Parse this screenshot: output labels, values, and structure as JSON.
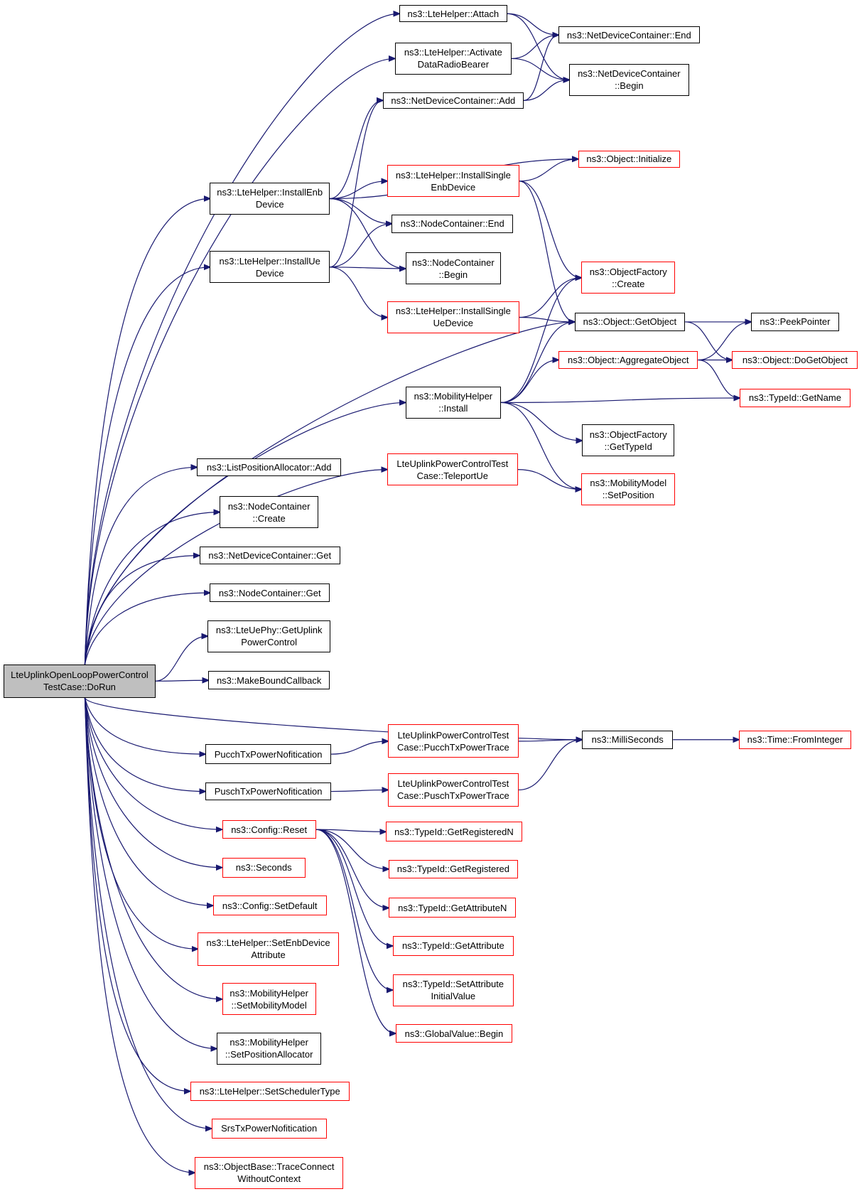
{
  "graph": {
    "nodes": [
      {
        "id": "root",
        "label": "LteUplinkOpenLoopPowerControl\nTestCase::DoRun",
        "style": "root"
      },
      {
        "id": "attach",
        "label": "ns3::LteHelper::Attach",
        "style": "black"
      },
      {
        "id": "activate",
        "label": "ns3::LteHelper::Activate\nDataRadioBearer",
        "style": "black"
      },
      {
        "id": "ndc_add",
        "label": "ns3::NetDeviceContainer::Add",
        "style": "black"
      },
      {
        "id": "ndc_end",
        "label": "ns3::NetDeviceContainer::End",
        "style": "black"
      },
      {
        "id": "ndc_begin",
        "label": "ns3::NetDeviceContainer\n::Begin",
        "style": "black"
      },
      {
        "id": "install_enb",
        "label": "ns3::LteHelper::InstallEnb\nDevice",
        "style": "black"
      },
      {
        "id": "install_single_enb",
        "label": "ns3::LteHelper::InstallSingle\nEnbDevice",
        "style": "red"
      },
      {
        "id": "obj_init",
        "label": "ns3::Object::Initialize",
        "style": "red"
      },
      {
        "id": "nc_end",
        "label": "ns3::NodeContainer::End",
        "style": "black"
      },
      {
        "id": "install_ue",
        "label": "ns3::LteHelper::InstallUe\nDevice",
        "style": "black"
      },
      {
        "id": "nc_begin",
        "label": "ns3::NodeContainer\n::Begin",
        "style": "black"
      },
      {
        "id": "of_create",
        "label": "ns3::ObjectFactory\n::Create",
        "style": "red"
      },
      {
        "id": "install_single_ue",
        "label": "ns3::LteHelper::InstallSingle\nUeDevice",
        "style": "red"
      },
      {
        "id": "getobject",
        "label": "ns3::Object::GetObject",
        "style": "black"
      },
      {
        "id": "peekpointer",
        "label": "ns3::PeekPointer",
        "style": "black"
      },
      {
        "id": "aggregate",
        "label": "ns3::Object::AggregateObject",
        "style": "red"
      },
      {
        "id": "dogetobject",
        "label": "ns3::Object::DoGetObject",
        "style": "red"
      },
      {
        "id": "mobility_install",
        "label": "ns3::MobilityHelper\n::Install",
        "style": "black"
      },
      {
        "id": "typeid_getname",
        "label": "ns3::TypeId::GetName",
        "style": "red"
      },
      {
        "id": "of_gettypeid",
        "label": "ns3::ObjectFactory\n::GetTypeId",
        "style": "black"
      },
      {
        "id": "teleport",
        "label": "LteUplinkPowerControlTest\nCase::TeleportUe",
        "style": "red"
      },
      {
        "id": "mm_setpos",
        "label": "ns3::MobilityModel\n::SetPosition",
        "style": "red"
      },
      {
        "id": "lpa_add",
        "label": "ns3::ListPositionAllocator::Add",
        "style": "black"
      },
      {
        "id": "nc_create",
        "label": "ns3::NodeContainer\n::Create",
        "style": "black"
      },
      {
        "id": "ndc_get",
        "label": "ns3::NetDeviceContainer::Get",
        "style": "black"
      },
      {
        "id": "nc_get",
        "label": "ns3::NodeContainer::Get",
        "style": "black"
      },
      {
        "id": "uephy",
        "label": "ns3::LteUePhy::GetUplink\nPowerControl",
        "style": "black"
      },
      {
        "id": "mbc",
        "label": "ns3::MakeBoundCallback",
        "style": "black"
      },
      {
        "id": "millis",
        "label": "ns3::MilliSeconds",
        "style": "black"
      },
      {
        "id": "frominteger",
        "label": "ns3::Time::FromInteger",
        "style": "red"
      },
      {
        "id": "pucch_notif",
        "label": "PucchTxPowerNofitication",
        "style": "black"
      },
      {
        "id": "pucch_trace",
        "label": "LteUplinkPowerControlTest\nCase::PucchTxPowerTrace",
        "style": "red"
      },
      {
        "id": "pusch_notif",
        "label": "PuschTxPowerNofitication",
        "style": "black"
      },
      {
        "id": "pusch_trace",
        "label": "LteUplinkPowerControlTest\nCase::PuschTxPowerTrace",
        "style": "red"
      },
      {
        "id": "config_reset",
        "label": "ns3::Config::Reset",
        "style": "red"
      },
      {
        "id": "getregn",
        "label": "ns3::TypeId::GetRegisteredN",
        "style": "red"
      },
      {
        "id": "getreg",
        "label": "ns3::TypeId::GetRegistered",
        "style": "red"
      },
      {
        "id": "getattrn",
        "label": "ns3::TypeId::GetAttributeN",
        "style": "red"
      },
      {
        "id": "getattr",
        "label": "ns3::TypeId::GetAttribute",
        "style": "red"
      },
      {
        "id": "setattr",
        "label": "ns3::TypeId::SetAttribute\nInitialValue",
        "style": "red"
      },
      {
        "id": "gv_begin",
        "label": "ns3::GlobalValue::Begin",
        "style": "red"
      },
      {
        "id": "seconds",
        "label": "ns3::Seconds",
        "style": "red"
      },
      {
        "id": "setdefault",
        "label": "ns3::Config::SetDefault",
        "style": "red"
      },
      {
        "id": "setenbattr",
        "label": "ns3::LteHelper::SetEnbDevice\nAttribute",
        "style": "red"
      },
      {
        "id": "setmobmodel",
        "label": "ns3::MobilityHelper\n::SetMobilityModel",
        "style": "red"
      },
      {
        "id": "setposalloc",
        "label": "ns3::MobilityHelper\n::SetPositionAllocator",
        "style": "black"
      },
      {
        "id": "setsched",
        "label": "ns3::LteHelper::SetSchedulerType",
        "style": "red"
      },
      {
        "id": "srs_notif",
        "label": "SrsTxPowerNofitication",
        "style": "red"
      },
      {
        "id": "traceconnect",
        "label": "ns3::ObjectBase::TraceConnect\nWithoutContext",
        "style": "red"
      }
    ],
    "edges": [
      [
        "root",
        "attach"
      ],
      [
        "root",
        "activate"
      ],
      [
        "root",
        "install_enb"
      ],
      [
        "root",
        "install_ue"
      ],
      [
        "root",
        "getobject"
      ],
      [
        "root",
        "mobility_install"
      ],
      [
        "root",
        "teleport"
      ],
      [
        "root",
        "lpa_add"
      ],
      [
        "root",
        "nc_create"
      ],
      [
        "root",
        "ndc_get"
      ],
      [
        "root",
        "nc_get"
      ],
      [
        "root",
        "uephy"
      ],
      [
        "root",
        "mbc"
      ],
      [
        "root",
        "millis"
      ],
      [
        "root",
        "pucch_notif"
      ],
      [
        "root",
        "pusch_notif"
      ],
      [
        "root",
        "config_reset"
      ],
      [
        "root",
        "seconds"
      ],
      [
        "root",
        "setdefault"
      ],
      [
        "root",
        "setenbattr"
      ],
      [
        "root",
        "setmobmodel"
      ],
      [
        "root",
        "setposalloc"
      ],
      [
        "root",
        "setsched"
      ],
      [
        "root",
        "srs_notif"
      ],
      [
        "root",
        "traceconnect"
      ],
      [
        "attach",
        "ndc_end"
      ],
      [
        "attach",
        "ndc_begin"
      ],
      [
        "activate",
        "ndc_end"
      ],
      [
        "activate",
        "ndc_begin"
      ],
      [
        "ndc_add",
        "ndc_end"
      ],
      [
        "ndc_add",
        "ndc_begin"
      ],
      [
        "install_enb",
        "ndc_add"
      ],
      [
        "install_enb",
        "obj_init"
      ],
      [
        "install_enb",
        "install_single_enb"
      ],
      [
        "install_enb",
        "nc_end"
      ],
      [
        "install_enb",
        "nc_begin"
      ],
      [
        "install_single_enb",
        "obj_init"
      ],
      [
        "install_single_enb",
        "of_create"
      ],
      [
        "install_single_enb",
        "getobject"
      ],
      [
        "install_ue",
        "ndc_add"
      ],
      [
        "install_ue",
        "nc_end"
      ],
      [
        "install_ue",
        "nc_begin"
      ],
      [
        "install_ue",
        "install_single_ue"
      ],
      [
        "install_single_ue",
        "of_create"
      ],
      [
        "install_single_ue",
        "getobject"
      ],
      [
        "getobject",
        "peekpointer"
      ],
      [
        "getobject",
        "dogetobject"
      ],
      [
        "aggregate",
        "peekpointer"
      ],
      [
        "aggregate",
        "dogetobject"
      ],
      [
        "aggregate",
        "typeid_getname"
      ],
      [
        "mobility_install",
        "of_create"
      ],
      [
        "mobility_install",
        "getobject"
      ],
      [
        "mobility_install",
        "aggregate"
      ],
      [
        "mobility_install",
        "typeid_getname"
      ],
      [
        "mobility_install",
        "of_gettypeid"
      ],
      [
        "mobility_install",
        "mm_setpos"
      ],
      [
        "teleport",
        "mm_setpos"
      ],
      [
        "millis",
        "frominteger"
      ],
      [
        "pucch_notif",
        "pucch_trace"
      ],
      [
        "pucch_trace",
        "millis"
      ],
      [
        "pusch_notif",
        "pusch_trace"
      ],
      [
        "pusch_trace",
        "millis"
      ],
      [
        "config_reset",
        "getregn"
      ],
      [
        "config_reset",
        "getreg"
      ],
      [
        "config_reset",
        "getattrn"
      ],
      [
        "config_reset",
        "getattr"
      ],
      [
        "config_reset",
        "setattr"
      ],
      [
        "config_reset",
        "gv_begin"
      ]
    ]
  }
}
